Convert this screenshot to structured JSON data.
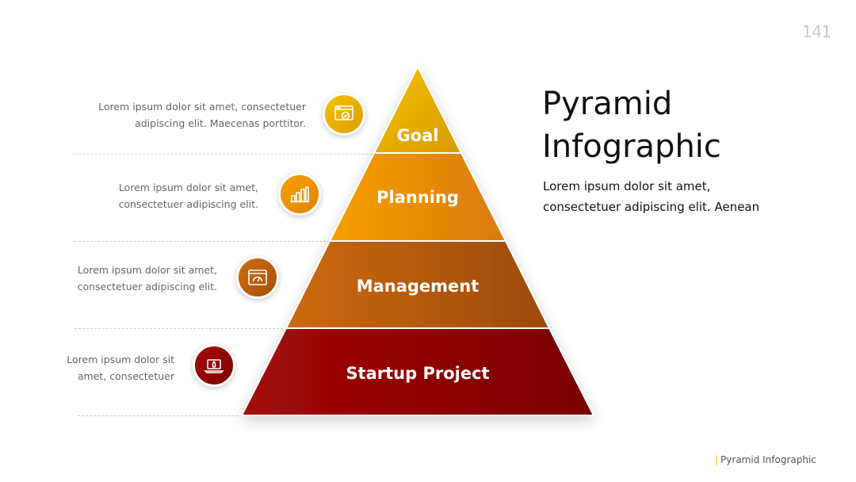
{
  "page_number": "141",
  "title_line1": "Pyramid",
  "title_line2": "Infographic",
  "subtitle": "Lorem ipsum dolor sit amet, consectetuer adipiscing elit. Aenean",
  "footer_label": "Pyramid Infographic",
  "colors": {
    "goal": "#f0b400",
    "planning": "#f29a00",
    "management": "#c4660a",
    "startup": "#9a0a0a"
  },
  "layers": [
    {
      "label": "Goal",
      "icon": "web-check-icon",
      "desc_line1": "Lorem ipsum dolor sit amet, consectetuer",
      "desc_line2": "adipiscing elit. Maecenas porttitor."
    },
    {
      "label": "Planning",
      "icon": "bar-chart-icon",
      "desc_line1": "Lorem ipsum dolor sit amet,",
      "desc_line2": "consectetuer adipiscing elit."
    },
    {
      "label": "Management",
      "icon": "browser-gauge-icon",
      "desc_line1": "Lorem ipsum dolor sit amet,",
      "desc_line2": "consectetuer adipiscing elit."
    },
    {
      "label": "Startup Project",
      "icon": "laptop-rocket-icon",
      "desc_line1": "Lorem ipsum dolor sit",
      "desc_line2": "amet, consectetuer"
    }
  ]
}
